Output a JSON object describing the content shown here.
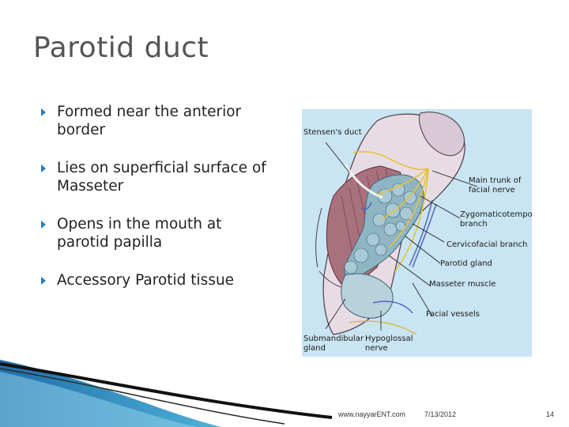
{
  "slide": {
    "title": "Parotid duct",
    "bullets": [
      "Formed near the anterior border",
      "Lies on superficial surface of Masseter",
      "Opens in the mouth at parotid papilla",
      "Accessory Parotid tissue"
    ],
    "accent_color": "#2a7bb8"
  },
  "figure": {
    "labels": {
      "stensens_duct": "Stensen's duct",
      "main_trunk": "Main trunk of\nfacial nerve",
      "zygomaticotemporal": "Zygomaticotempora\nbranch",
      "cervicofacial": "Cervicofacial branch",
      "parotid_gland": "Parotid gland",
      "masseter": "Masseter muscle",
      "facial_vessels": "Facial vessels",
      "submandibular": "Submandibular\ngland",
      "hypoglossal": "Hypoglossal\nnerve"
    }
  },
  "footer": {
    "website": "www.nayyarENT.com",
    "date": "7/13/2012",
    "page_number": "14"
  }
}
